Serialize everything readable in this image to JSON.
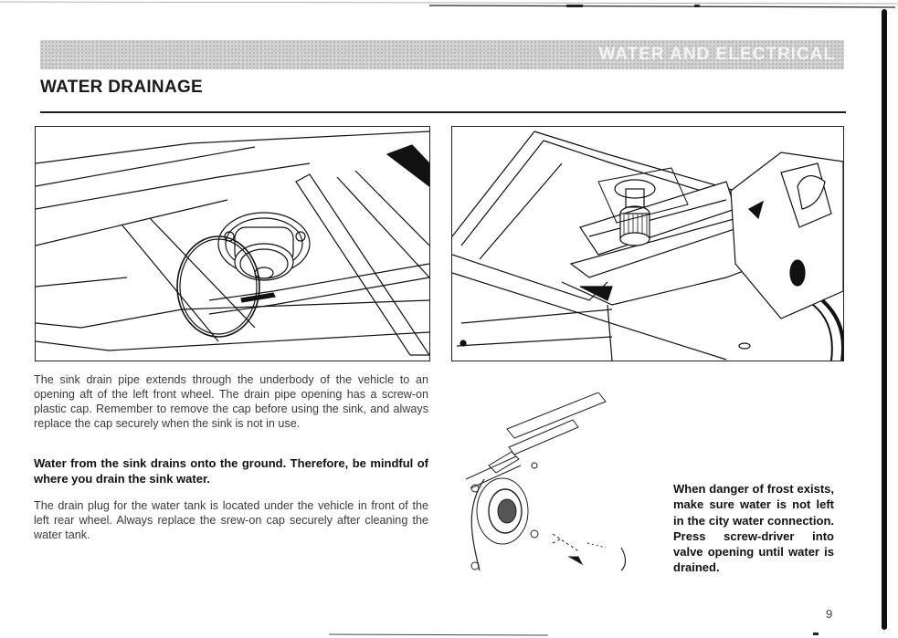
{
  "header": {
    "banner_label": "Water and Electrical",
    "title": "WATER DRAINAGE"
  },
  "figures": {
    "left": "sink-drain-cap-illustration",
    "right": "water-tank-drain-plug-illustration",
    "small": "city-water-valve-illustration"
  },
  "content": {
    "paragraph1": "The sink drain pipe extends through the underbody of the vehicle to an opening aft of the left front wheel. The drain pipe opening has a screw-on plastic cap. Remember to remove the cap before using the sink, and always replace the cap securely when the sink is not in use.",
    "paragraph2": "Water from the sink drains onto the ground. Therefore, be mindful of where you drain the sink water.",
    "paragraph3": "The drain plug for the water tank is located under the vehicle in front of the left rear wheel. Always replace the srew-on cap securely after cleaning the water tank.",
    "frost_note": "When danger of frost exists, make sure water is not left in the city water connection. Press screw-driver into valve opening until water is drained."
  },
  "footer": {
    "page_number": "9"
  }
}
